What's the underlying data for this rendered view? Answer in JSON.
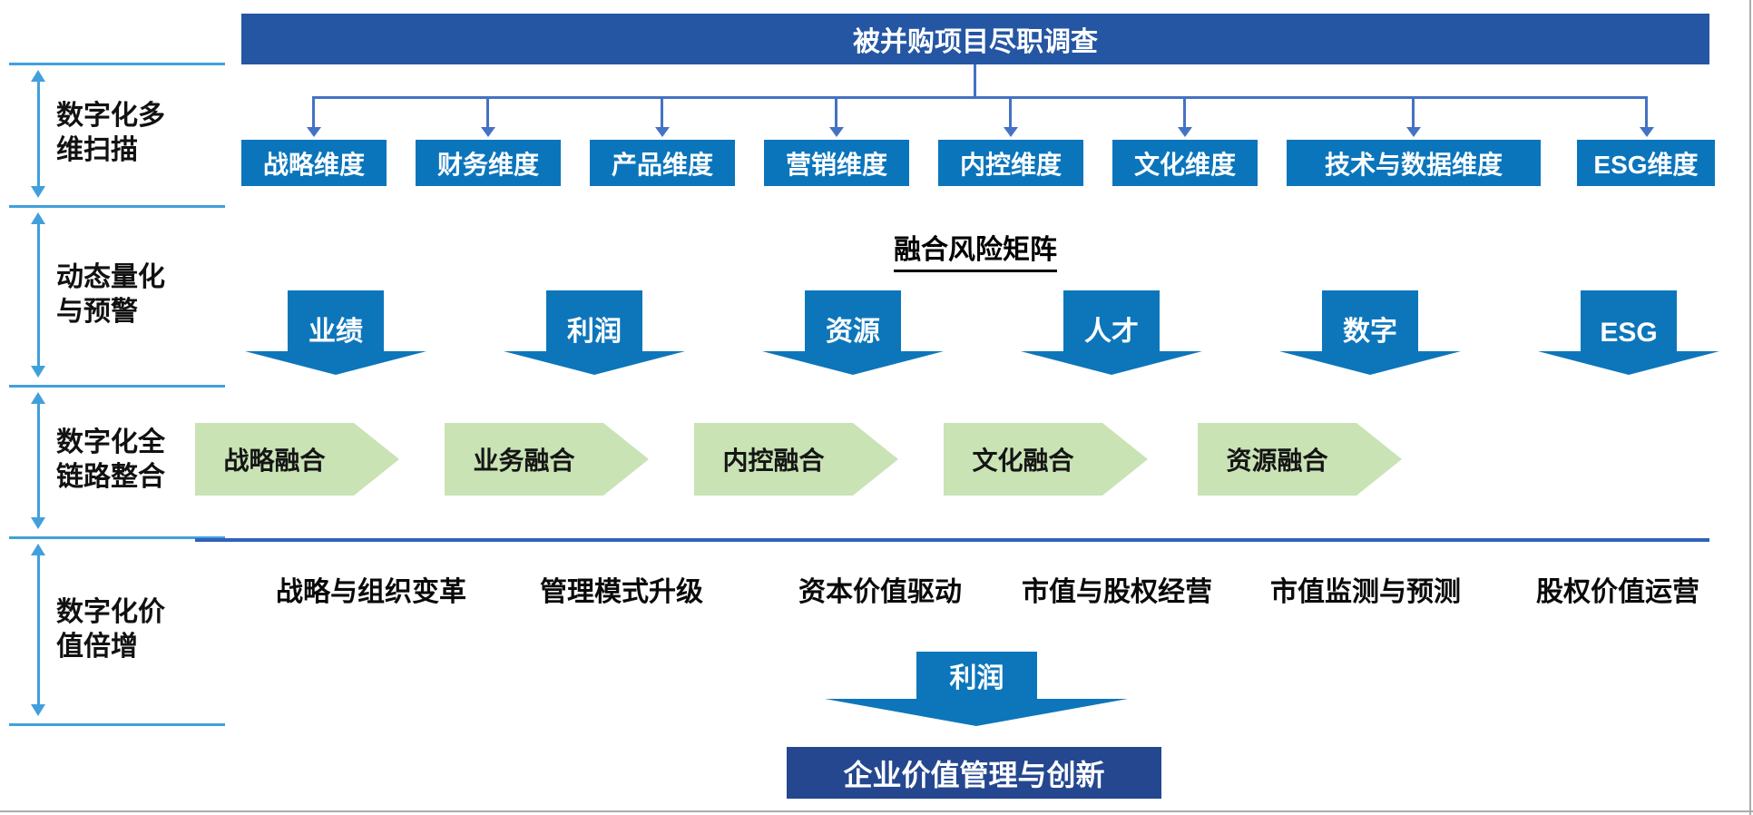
{
  "top": {
    "title": "被并购项目尽职调查"
  },
  "sidebar": {
    "sections": [
      {
        "lines": [
          "数字化多",
          "维扫描"
        ]
      },
      {
        "lines": [
          "动态量化",
          "与预警"
        ]
      },
      {
        "lines": [
          "数字化全",
          "链路整合"
        ]
      },
      {
        "lines": [
          "数字化价",
          "值倍增"
        ]
      }
    ]
  },
  "dimensions": {
    "items": [
      {
        "label": "战略维度"
      },
      {
        "label": "财务维度"
      },
      {
        "label": "产品维度"
      },
      {
        "label": "营销维度"
      },
      {
        "label": "内控维度"
      },
      {
        "label": "文化维度"
      },
      {
        "label": "技术与数据维度"
      },
      {
        "label": "ESG维度"
      }
    ]
  },
  "matrix": {
    "title": "融合风险矩阵",
    "arrows": [
      {
        "label": "业绩"
      },
      {
        "label": "利润"
      },
      {
        "label": "资源"
      },
      {
        "label": "人才"
      },
      {
        "label": "数字"
      },
      {
        "label": "ESG"
      }
    ]
  },
  "integration": {
    "items": [
      {
        "label": "战略融合"
      },
      {
        "label": "业务融合"
      },
      {
        "label": "内控融合"
      },
      {
        "label": "文化融合"
      },
      {
        "label": "资源融合"
      }
    ]
  },
  "value": {
    "items": [
      {
        "label": "战略与组织变革"
      },
      {
        "label": "管理模式升级"
      },
      {
        "label": "资本价值驱动"
      },
      {
        "label": "市值与股权经营"
      },
      {
        "label": "市值监测与预测"
      },
      {
        "label": "股权价值运营"
      }
    ],
    "arrow_label": "利润",
    "bottom_box": "企业价值管理与创新"
  },
  "colors": {
    "banner_blue": "#2456a4",
    "dimension_box_blue": "#0b75bc",
    "down_arrow_blue": "#0d76bb",
    "connector_blue": "#4472c4",
    "sidebar_line_blue": "#41a0dc",
    "rule_blue": "#2f62bb",
    "integration_green": "#c9e3b5",
    "bottom_box_blue": "#24478f",
    "page_border_gray": "#ababab",
    "text_black": "#111111",
    "text_white": "#ffffff"
  }
}
